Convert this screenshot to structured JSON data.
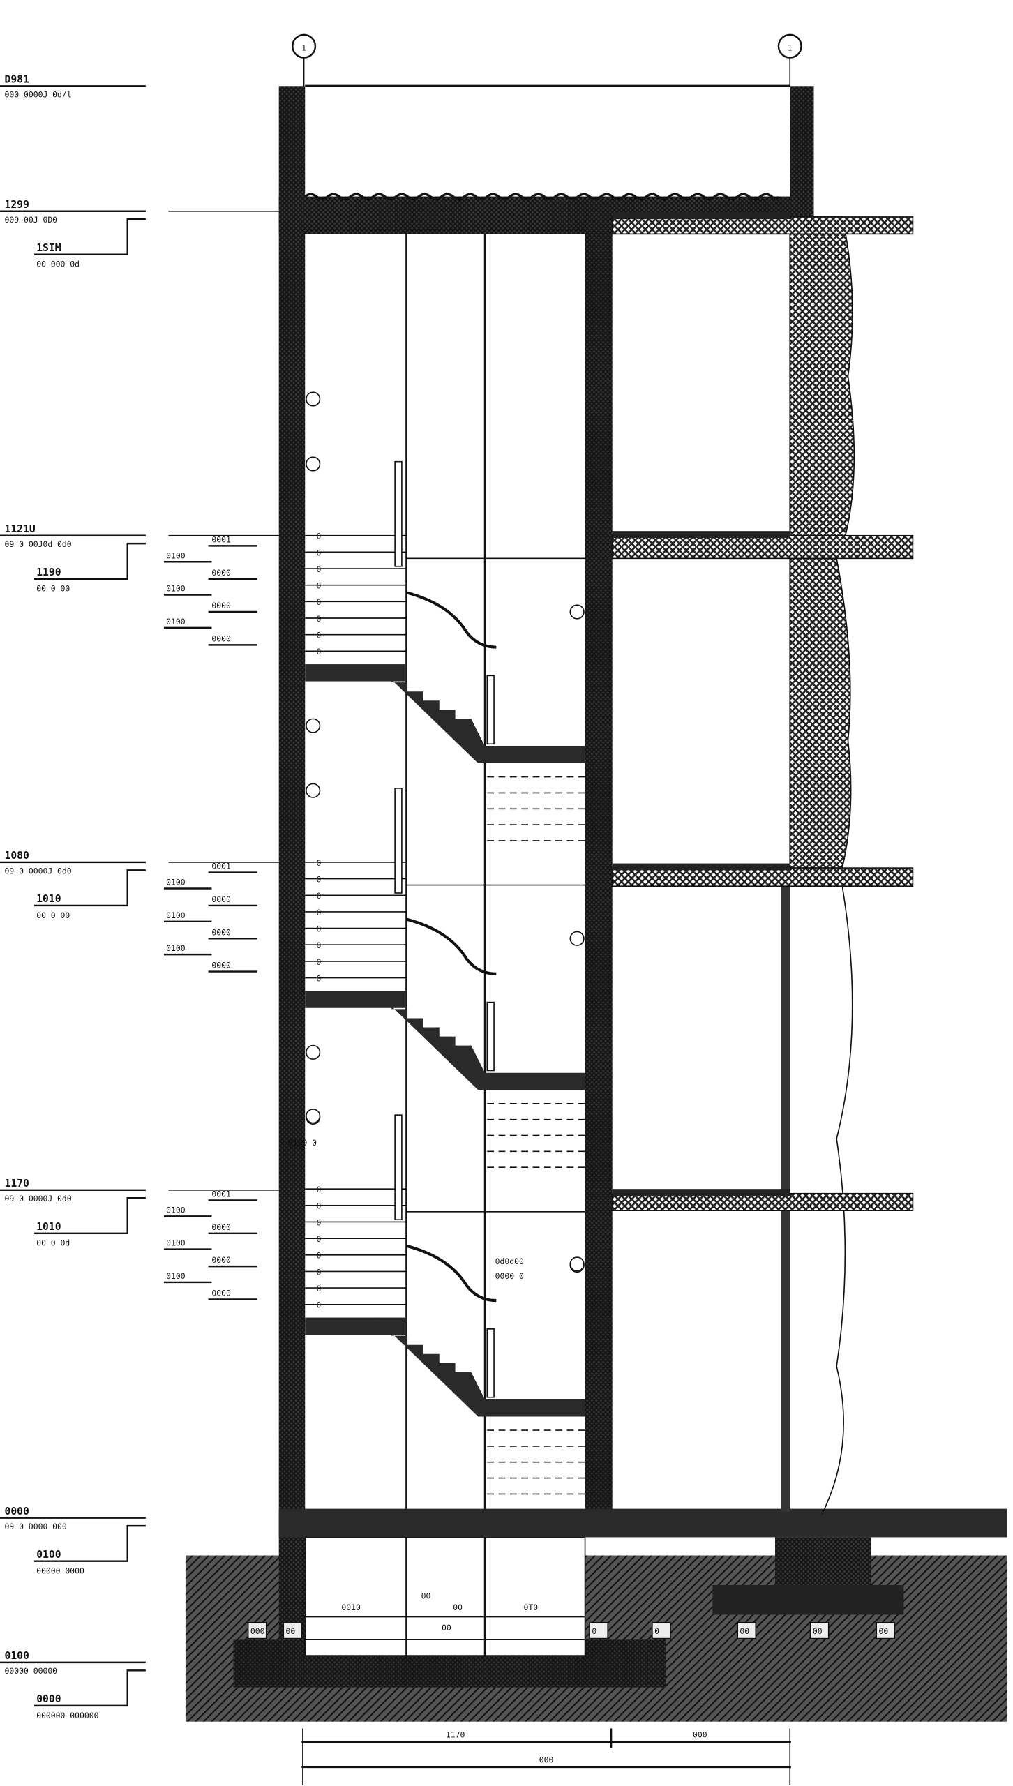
{
  "drawing": {
    "grid_markers": [
      "1",
      "1"
    ],
    "levels": [
      {
        "title": "D981",
        "sub": "000 0000J 0d/l"
      },
      {
        "title": "1299",
        "sub": "009 00J 0D0",
        "inner_title": "1SIM",
        "inner_sub": "00 000 0d"
      },
      {
        "title": "1121U",
        "sub": "09 0 00J0d 0d0",
        "inner_title": "1190",
        "inner_sub": "00 0 00"
      },
      {
        "title": "1080",
        "sub": "09 0 0000J 0d0",
        "inner_title": "1010",
        "inner_sub": "00 0 00"
      },
      {
        "title": "1170",
        "sub": "09 0 0000J 0d0",
        "inner_title": "1010",
        "inner_sub": "00 0 0d"
      },
      {
        "title": "0000",
        "sub": "09 0 D000 000",
        "inner_title": "0100",
        "inner_sub": "00000 0000"
      },
      {
        "title": "0100",
        "sub": "00000 00000",
        "inner_title": "0000",
        "inner_sub": "000000 000000"
      }
    ],
    "riser_labels_right": [
      "0001",
      "0000",
      "0000",
      "0000"
    ],
    "riser_labels_left": [
      "0100",
      "0100",
      "0100"
    ],
    "step_numbers": [
      "0",
      "0",
      "0",
      "0",
      "0",
      "0",
      "0",
      "0"
    ],
    "room_tag": "0100 0",
    "annotation": [
      "0d0d00",
      "0000 0"
    ],
    "foundation_labels": [
      "0010",
      "00",
      "00",
      "00",
      "0T0",
      "000",
      "00",
      "0",
      "0",
      "00",
      "00",
      "00"
    ],
    "dimensions": {
      "left_span": "1170",
      "right_span": "000",
      "total_span": "000"
    }
  }
}
